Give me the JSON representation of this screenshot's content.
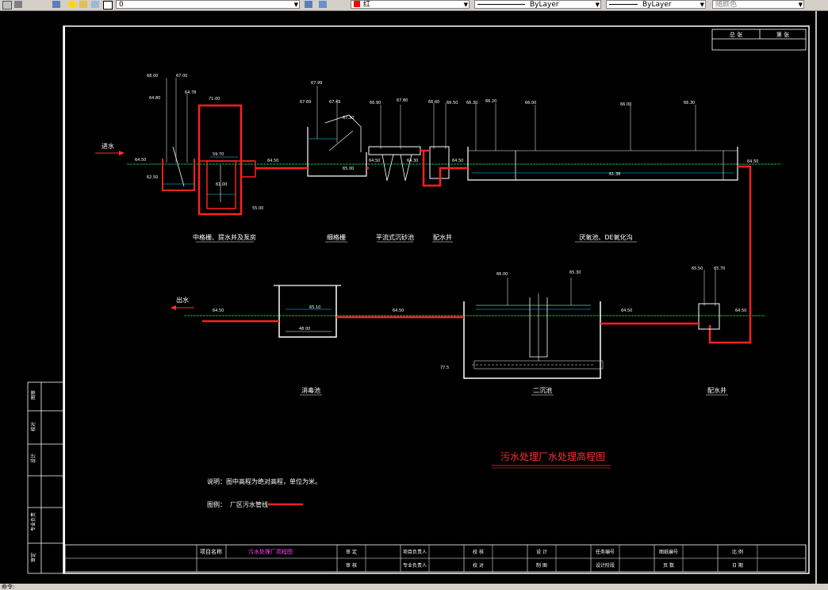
{
  "toolbar": {
    "layer_value": "0",
    "color_value": "红",
    "linetype_value": "ByLayer",
    "lineweight_value": "ByLayer",
    "plotstyle_value": "随颜色"
  },
  "drawing": {
    "title_block_top": {
      "col1": "总  张",
      "col2": "第  张"
    },
    "inlet_label": "进水",
    "outlet_label": "出水",
    "levels_top": {
      "l1": "68.00",
      "l2": "67.00",
      "l3": "64.80",
      "l4": "64.78",
      "l5": "71.00",
      "l6": "64.50",
      "l7": "62.50",
      "l8": "59.70",
      "l9": "61.00",
      "l10": "55.00",
      "l11": "64.50",
      "l12": "67.99",
      "l13": "67.69",
      "l14": "67.49",
      "l15": "67.30",
      "l16": "65.00",
      "l17": "66.90",
      "l18": "67.80",
      "l19": "64.50",
      "l20": "64.30",
      "l21": "66.60",
      "l22": "66.50",
      "l23": "66.30",
      "l24": "66.20",
      "l25": "64.50",
      "l26": "66.00",
      "l27": "66.00",
      "l28": "66.30",
      "l29": "61.38",
      "l30": "64.50"
    },
    "levels_bottom": {
      "b1": "64.50",
      "b2": "65.10",
      "b3": "48.00",
      "b4": "64.50",
      "b5": "66.00",
      "b6": "65.30",
      "b7": "64.50",
      "b8": "77.5",
      "b9": "65.50",
      "b10": "65.70",
      "b11": "64.50"
    },
    "unit_labels": {
      "u1": "中格栅、提水井及泵房",
      "u2": "细格栅",
      "u3": "平流式沉砂池",
      "u4": "配水井",
      "u5": "厌氧池、DE氧化沟",
      "u6": "消毒池",
      "u7": "二沉池",
      "u8": "配水井"
    },
    "main_title": "污水处理厂水处理高程图",
    "note": "说明：图中高程为绝对高程，单位为米。",
    "legend_label": "图例：",
    "legend_text": "厂区污水管线",
    "left_strip": [
      "图审",
      "校对",
      "设计",
      "专业负责",
      "审定"
    ],
    "title_block_bottom": {
      "project_name_label": "项目名称",
      "project_name_value": "污水处理厂高程图",
      "r1": [
        "审  定",
        "项目负责人",
        "校  核",
        "设  计",
        "任务编号",
        "图纸编号",
        "比  例"
      ],
      "r2": [
        "审  核",
        "专业负责人",
        "校  对",
        "制  图",
        "设计阶段",
        "页  数",
        "日  期"
      ]
    }
  },
  "statusbar": {
    "text": "命令:"
  }
}
